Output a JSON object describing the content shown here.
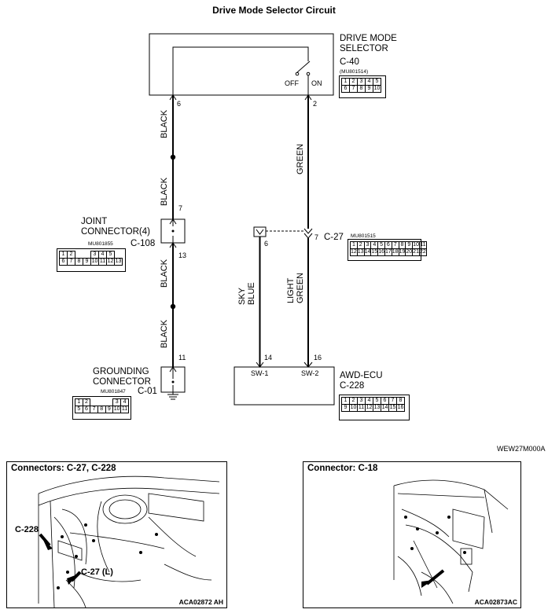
{
  "title": "Drive Mode Selector Circuit",
  "drive_mode_selector": {
    "name": "DRIVE MODE\nSELECTOR",
    "connector": "C-40",
    "part_no": "(MU801514)",
    "switch_off": "OFF",
    "switch_on": "ON",
    "pin_left": "6",
    "pin_right": "2",
    "cells_row1": [
      "1",
      "2",
      "3",
      "4",
      "5"
    ],
    "cells_row2": [
      "6",
      "7",
      "8",
      "9",
      "10"
    ]
  },
  "wires": {
    "black1": "BLACK",
    "black2": "BLACK",
    "black3": "BLACK",
    "black4": "BLACK",
    "green": "GREEN",
    "sky_blue_1": "SKY",
    "sky_blue_2": "BLUE",
    "light_green_1": "LIGHT",
    "light_green_2": "GREEN"
  },
  "joint_connector": {
    "name": "JOINT\nCONNECTOR(4)",
    "connector": "C-108",
    "part_no": "MU801855",
    "pin_top": "7",
    "pin_bottom": "13",
    "cells_row1": [
      "1",
      "2",
      "",
      "",
      "3",
      "4",
      "5"
    ],
    "cells_row2": [
      "6",
      "7",
      "8",
      "9",
      "10",
      "11",
      "12",
      "13"
    ]
  },
  "c27": {
    "connector": "C-27",
    "part_no": "MU801515",
    "pin_left": "6",
    "pin_right": "7",
    "cells_row1": [
      "1",
      "2",
      "3",
      "4",
      "5",
      "6",
      "7",
      "8",
      "9",
      "10",
      "11"
    ],
    "cells_row2": [
      "12",
      "13",
      "14",
      "15",
      "16",
      "17",
      "18",
      "19",
      "20",
      "21",
      "22"
    ]
  },
  "grounding_connector": {
    "name": "GROUNDING\nCONNECTOR",
    "connector": "C-01",
    "part_no": "MU801847",
    "pin": "11",
    "cells_row1": [
      "1",
      "2",
      "",
      "",
      "",
      "3",
      "4"
    ],
    "cells_row2": [
      "5",
      "6",
      "7",
      "8",
      "9",
      "10",
      "11"
    ]
  },
  "awd_ecu": {
    "name": "AWD-ECU",
    "connector": "C-228",
    "pin_left": "14",
    "pin_right": "16",
    "sw1": "SW-1",
    "sw2": "SW-2",
    "cells_row1": [
      "1",
      "2",
      "3",
      "4",
      "5",
      "6",
      "7",
      "8"
    ],
    "cells_row2": [
      "9",
      "10",
      "11",
      "12",
      "13",
      "14",
      "15",
      "16"
    ]
  },
  "diagram_code": "WEW27M000A",
  "panels": {
    "left": {
      "title": "Connectors: C-27, C-228",
      "callout_1": "C-228",
      "callout_2": "C-27 (L)",
      "code": "ACA02872 AH"
    },
    "right": {
      "title": "Connector: C-18",
      "code": "ACA02873AC"
    }
  }
}
